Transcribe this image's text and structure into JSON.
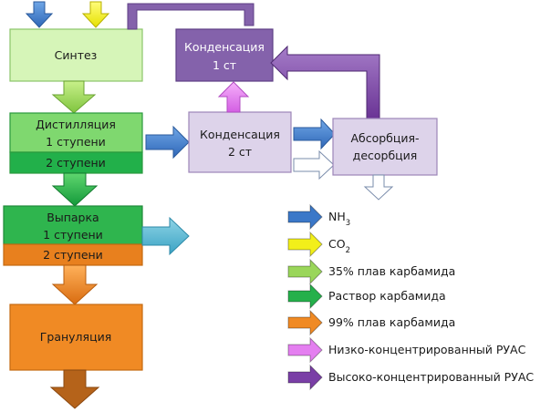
{
  "boxes": {
    "sintez": [
      "Синтез"
    ],
    "distill": [
      "Дистилляция",
      "1 ступени",
      "2 ступени"
    ],
    "vyparka": [
      "Выпарка",
      "1 ступени",
      "2 ступени"
    ],
    "granul": [
      "Грануляция"
    ],
    "kond2": [
      "Конденсация",
      "2 ст"
    ],
    "kond1": [
      "Конденсация",
      "1 ст"
    ],
    "absorb": [
      "Абсорбция-",
      "десорбция"
    ]
  },
  "legend": [
    {
      "label": "NH",
      "sub": "3",
      "color": "#3b78c8"
    },
    {
      "label": "CO",
      "sub": "2",
      "color": "#f2ef1a"
    },
    {
      "label": "35% плав карбамида",
      "sub": "",
      "color": "#9ad65a"
    },
    {
      "label": "Раствор карбамида",
      "sub": "",
      "color": "#25b04b"
    },
    {
      "label": "99% плав карбамида",
      "sub": "",
      "color": "#f08a24"
    },
    {
      "label": "Низко-концентрированный РУАС",
      "sub": "",
      "color": "#e47ff0"
    },
    {
      "label": "Высоко-концентрированный РУАС",
      "sub": "",
      "color": "#7a3fa6"
    }
  ],
  "colors": {
    "nh3": "#3b78c8",
    "co2": "#f2ef1a",
    "melt35": "#9ad65a",
    "solution": "#25b04b",
    "melt99": "#f08a24",
    "ruas_low": "#e47ff0",
    "ruas_high": "#7a3fa6",
    "box_light_green": "#d6f5b8",
    "box_lavender": "#ddd3ea",
    "box_purple": "#8462ab"
  }
}
